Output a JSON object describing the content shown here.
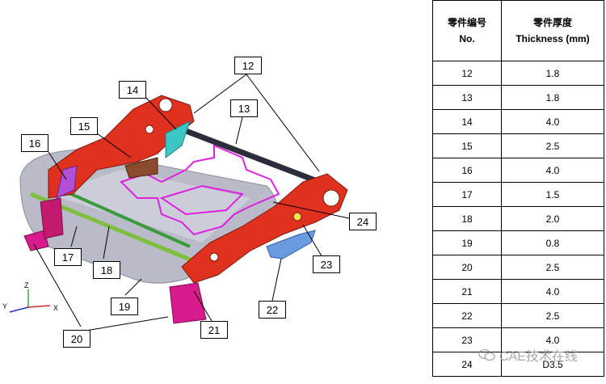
{
  "figure": {
    "callouts": [
      "12",
      "13",
      "14",
      "15",
      "16",
      "17",
      "18",
      "19",
      "20",
      "21",
      "22",
      "23",
      "24"
    ],
    "axes": {
      "z": "Z",
      "y": "Y",
      "x": "X"
    }
  },
  "table": {
    "header": {
      "col1_cn": "零件编号",
      "col1_en": "No.",
      "col2_cn": "零件厚度",
      "col2_en": "Thickness (mm)"
    },
    "rows": [
      {
        "no": "12",
        "thickness": "1.8"
      },
      {
        "no": "13",
        "thickness": "1.8"
      },
      {
        "no": "14",
        "thickness": "4.0"
      },
      {
        "no": "15",
        "thickness": "2.5"
      },
      {
        "no": "16",
        "thickness": "4.0"
      },
      {
        "no": "17",
        "thickness": "1.5"
      },
      {
        "no": "18",
        "thickness": "2.0"
      },
      {
        "no": "19",
        "thickness": "0.8"
      },
      {
        "no": "20",
        "thickness": "2.5"
      },
      {
        "no": "21",
        "thickness": "4.0"
      },
      {
        "no": "22",
        "thickness": "2.5"
      },
      {
        "no": "23",
        "thickness": "4.0"
      },
      {
        "no": "24",
        "thickness": "D3.5"
      }
    ]
  },
  "watermark": "CAE技术在线",
  "colors": {
    "frame_red": "#e0301e",
    "pan_gray": "#b9bcc8",
    "spring_magenta": "#e020e0",
    "bracket_magenta": "#d81b8c",
    "rod_green": "#7fbf3f",
    "link_cyan": "#3cc6c6",
    "bracket_blue": "#6a9be0",
    "hinge_brown": "#8b4a2b"
  }
}
